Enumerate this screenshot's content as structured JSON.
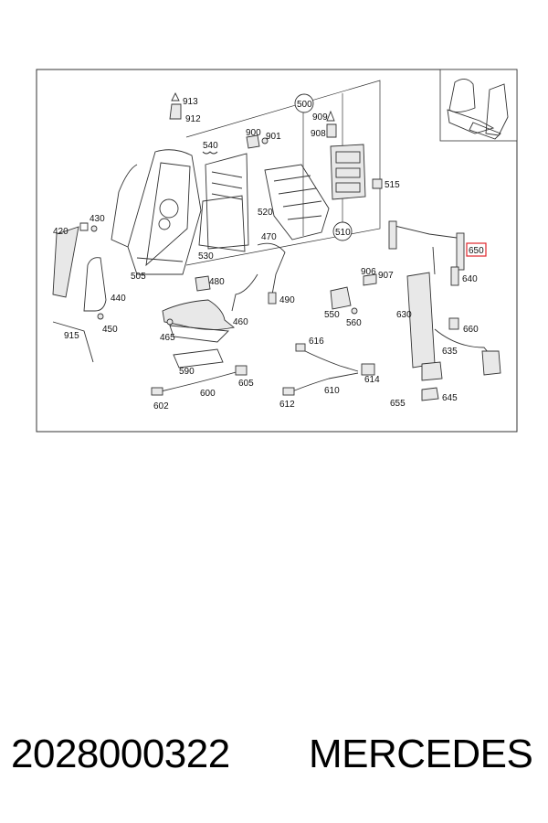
{
  "diagram": {
    "labels": {
      "c500": "500",
      "c510": "510",
      "p913": "913",
      "p912": "912",
      "p540": "540",
      "p900": "900",
      "p901": "901",
      "p909": "909",
      "p908": "908",
      "p515": "515",
      "p520": "520",
      "p530": "530",
      "p420": "420",
      "p430": "430",
      "p505": "505",
      "p440": "440",
      "p450": "450",
      "p915": "915",
      "p470": "470",
      "p480": "480",
      "p490": "490",
      "p460": "460",
      "p465": "465",
      "p906": "906",
      "p907": "907",
      "p550": "550",
      "p560": "560",
      "p650": "650",
      "p640": "640",
      "p630": "630",
      "p660": "660",
      "p635": "635",
      "p616": "616",
      "p614": "614",
      "p610": "610",
      "p612": "612",
      "p590": "590",
      "p605": "605",
      "p600": "600",
      "p602": "602",
      "p645": "645",
      "p655": "655"
    },
    "highlight_color": "#e0262b"
  },
  "footer": {
    "part_number": "2028000322",
    "brand": "MERCEDES"
  }
}
